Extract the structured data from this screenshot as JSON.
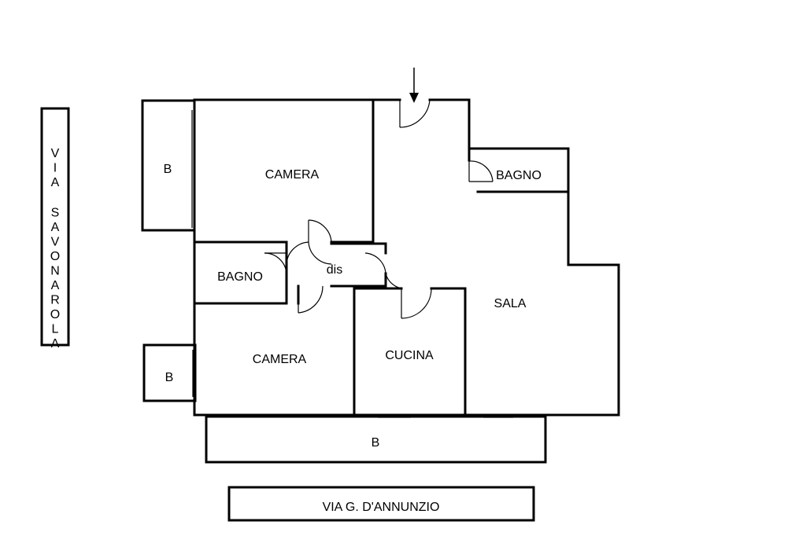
{
  "streets": {
    "west": "VIA SAVONAROLA",
    "south": "VIA G. D'ANNUNZIO"
  },
  "rooms": {
    "camera_top": "CAMERA",
    "camera_bottom": "CAMERA",
    "bagno_right": "BAGNO",
    "bagno_left": "BAGNO",
    "disimpegno": "dis",
    "cucina": "CUCINA",
    "sala": "SALA"
  },
  "balconies": {
    "left_top": "B",
    "left_bottom": "B",
    "south": "B"
  },
  "icons": {
    "entrance": "entrance-arrow-icon"
  }
}
